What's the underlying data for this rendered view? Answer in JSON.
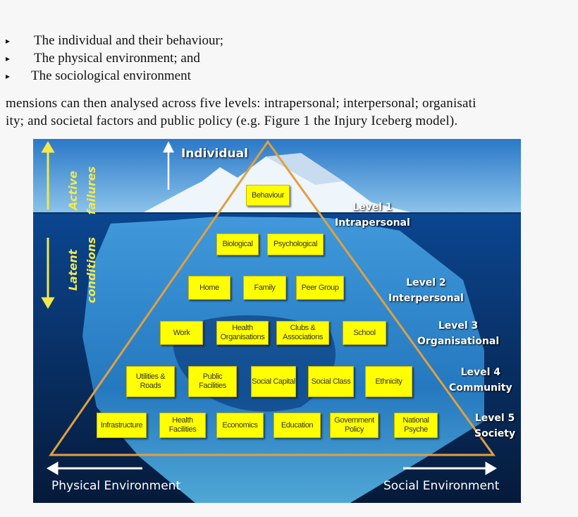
{
  "bullets": [
    "The individual and their behaviour;",
    "The physical environment; and",
    "The sociological environment"
  ],
  "paragraph": [
    "mensions can then analysed across five levels: intrapersonal; interpersonal; organisati",
    "ity; and societal factors and public policy (e.g. Figure 1 the Injury Iceberg model)."
  ],
  "figure": {
    "individual": "Individual",
    "active": [
      "Active",
      "failures"
    ],
    "latent": [
      "Latent",
      "conditions"
    ],
    "levels": [
      [
        "Level 1",
        "Intrapersonal"
      ],
      [
        "Level 2",
        "Interpersonal"
      ],
      [
        "Level 3",
        "Organisational"
      ],
      [
        "Level 4",
        "Community"
      ],
      [
        "Level 5",
        "Society"
      ]
    ],
    "rows": [
      [
        "Behaviour"
      ],
      [
        "Biological",
        "Psychological"
      ],
      [
        "Home",
        "Family",
        "Peer Group"
      ],
      [
        "Work",
        "Health Organisations",
        "Clubs & Associations",
        "School"
      ],
      [
        "Utilities & Roads",
        "Public Facilities",
        "Social Capital",
        "Social Class",
        "Ethnicity"
      ],
      [
        "Infrastructure",
        "Health Facilities",
        "Economics",
        "Education",
        "Government Policy",
        "National Psyche"
      ]
    ],
    "physical": "Physical Environment",
    "social": "Social Environment",
    "colors": {
      "box": "#ffff00",
      "triangle": "#e0a040",
      "arrows_left": "#f4e84a",
      "water": "#0a3a7a"
    }
  }
}
